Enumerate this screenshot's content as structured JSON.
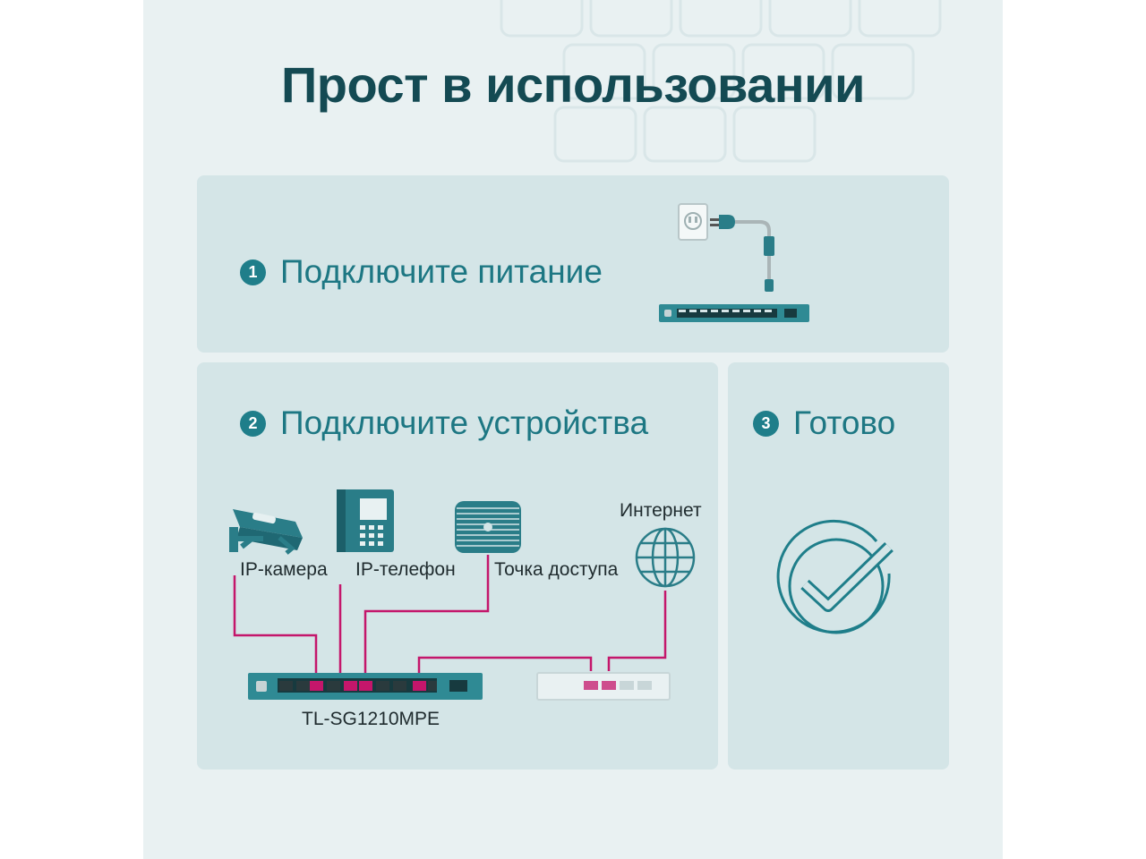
{
  "title": "Прост в использовании",
  "steps": [
    {
      "number": "1",
      "text": "Подключите питание"
    },
    {
      "number": "2",
      "text": "Подключите устройства"
    },
    {
      "number": "3",
      "text": "Готово"
    }
  ],
  "devices": {
    "camera": "IP-камера",
    "phone": "IP-телефон",
    "access_point": "Точка доступа",
    "internet": "Интернет"
  },
  "model": "TL-SG1210MPE",
  "colors": {
    "title": "#144a53",
    "accent": "#1f7e8a",
    "switch": "#2f8a94",
    "cable": "#c4166b",
    "panel": "#d4e5e7"
  }
}
